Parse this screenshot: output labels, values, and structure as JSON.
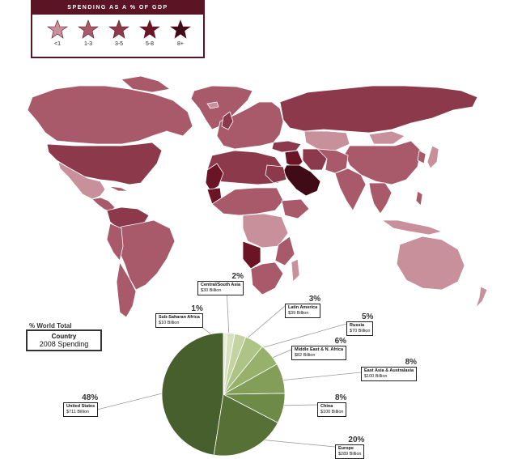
{
  "legend": {
    "title": "SPENDING AS A % OF GDP",
    "items": [
      {
        "label": "<1",
        "color": "#c7909a"
      },
      {
        "label": "1-3",
        "color": "#a85a6a"
      },
      {
        "label": "3-5",
        "color": "#8c3a4b"
      },
      {
        "label": "5-8",
        "color": "#6a1426"
      },
      {
        "label": "8+",
        "color": "#3e0b17"
      }
    ]
  },
  "key": {
    "title": "% World Total",
    "country": "Country",
    "year_label": "2008 Spending"
  },
  "chart_data": {
    "type": "pie",
    "slices": [
      {
        "region": "United States",
        "amount": "$711 Billion",
        "percent": "48%",
        "value": 48,
        "color": "#475f2c"
      },
      {
        "region": "Europe",
        "amount": "$289 Billion",
        "percent": "20%",
        "value": 20,
        "color": "#567036"
      },
      {
        "region": "China",
        "amount": "$100 Billion",
        "percent": "8%",
        "value": 8,
        "color": "#6e8a47"
      },
      {
        "region": "East Asia & Australasia",
        "amount": "$100 Billion",
        "percent": "8%",
        "value": 8,
        "color": "#829e58"
      },
      {
        "region": "Middle East & N. Africa",
        "amount": "$82 Billion",
        "percent": "6%",
        "value": 6,
        "color": "#97b06c"
      },
      {
        "region": "Russia",
        "amount": "$70 Billion",
        "percent": "5%",
        "value": 5,
        "color": "#aec386"
      },
      {
        "region": "Latin America",
        "amount": "$39 Billion",
        "percent": "3%",
        "value": 3,
        "color": "#c3d4a2"
      },
      {
        "region": "Central/South Asia",
        "amount": "$30 Billion",
        "percent": "2%",
        "value": 2,
        "color": "#d6e2bf"
      },
      {
        "region": "Sub-Saharan Africa",
        "amount": "$10 Billion",
        "percent": "1%",
        "value": 1,
        "color": "#e6eed6"
      }
    ]
  },
  "map_colors": {
    "ocean": "#ffffff",
    "border": "#ffffff"
  }
}
